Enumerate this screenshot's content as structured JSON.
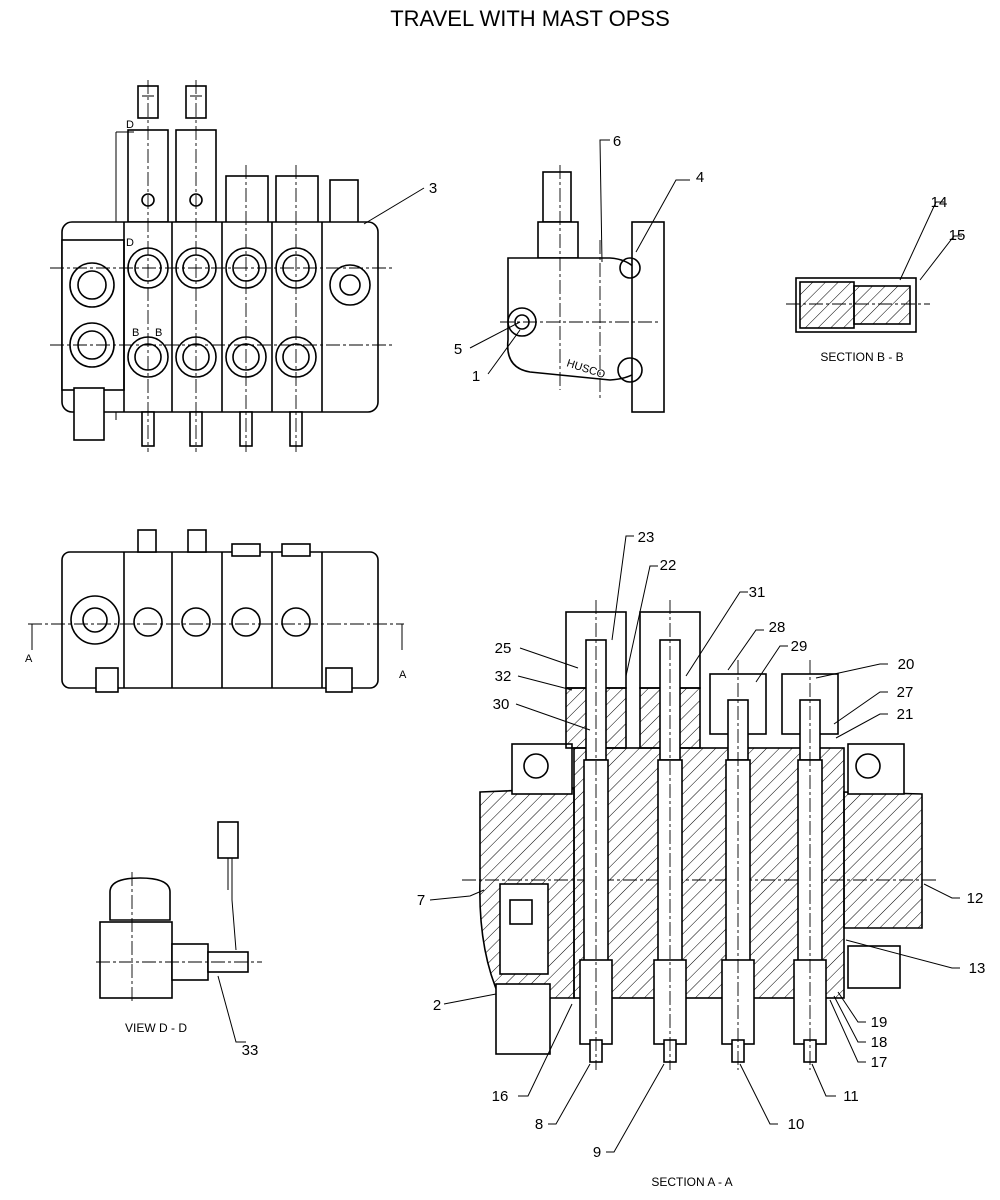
{
  "title": "TRAVEL WITH MAST OPSS",
  "views": {
    "section_bb": "SECTION B - B",
    "view_dd": "VIEW D - D",
    "section_aa": "SECTION A - A"
  },
  "section_marks": {
    "d_top": "D",
    "d_mid": "D",
    "b_left": "B",
    "b_right": "B",
    "a_left": "A",
    "a_right": "A"
  },
  "stamp": "HUSCO",
  "callouts": {
    "c1": "1",
    "c2": "2",
    "c3": "3",
    "c4": "4",
    "c5": "5",
    "c6": "6",
    "c7": "7",
    "c8": "8",
    "c9": "9",
    "c10": "10",
    "c11": "11",
    "c12": "12",
    "c13": "13",
    "c14": "14",
    "c15": "15",
    "c16": "16",
    "c17": "17",
    "c18": "18",
    "c19": "19",
    "c20": "20",
    "c21": "21",
    "c22": "22",
    "c23": "23",
    "c25": "25",
    "c27": "27",
    "c28": "28",
    "c29": "29",
    "c30": "30",
    "c31": "31",
    "c32": "32",
    "c33": "33"
  }
}
